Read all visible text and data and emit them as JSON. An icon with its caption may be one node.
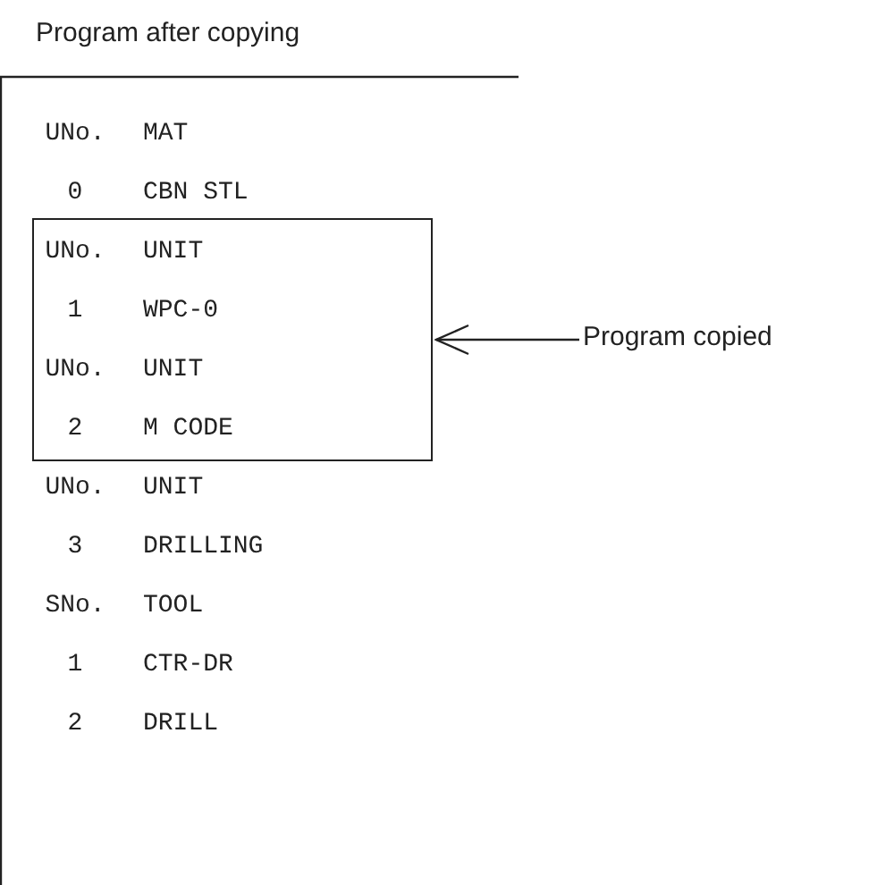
{
  "diagram": {
    "title": "Program after copying",
    "nodes": [
      {
        "text": [
          "UNo.",
          "UNIT",
          "1",
          "WPC-0",
          "UNo.",
          "UNIT",
          "2",
          "M CODE"
        ]
      },
      {
        "text": [
          "Program copied"
        ]
      }
    ],
    "edges": [
      {
        "from": 1,
        "to": 0,
        "arrow": "to"
      }
    ],
    "labels": [
      "UNo.",
      "MAT",
      "0",
      "CBN STL",
      "UNo.",
      "UNIT",
      "3",
      "DRILLING",
      "SNo.",
      "TOOL",
      "1",
      "CTR-DR",
      "2",
      "DRILL"
    ]
  }
}
